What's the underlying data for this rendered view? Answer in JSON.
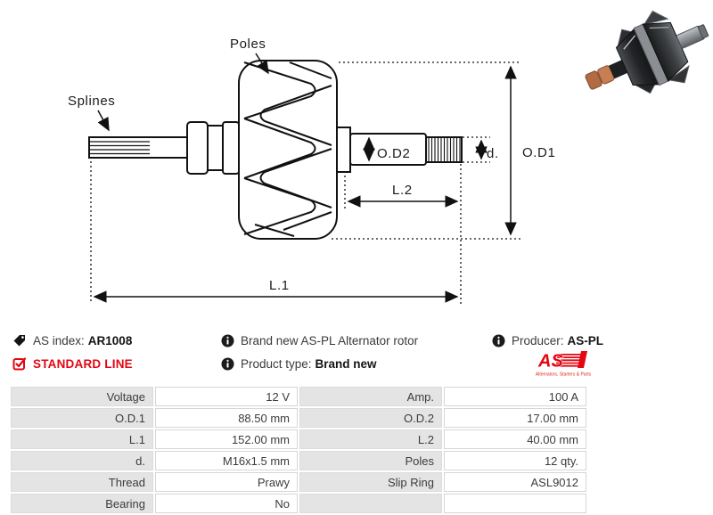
{
  "drawing": {
    "labels": {
      "poles": "Poles",
      "splines": "Splines",
      "od2": "O.D2",
      "d": "d.",
      "od1": "O.D1",
      "l2": "L.2",
      "l1": "L.1"
    }
  },
  "info": {
    "as_index_label": "AS index:",
    "as_index_value": "AR1008",
    "standard_line": "STANDARD LINE",
    "description": "Brand new AS-PL Alternator rotor",
    "product_type_label": "Product type:",
    "product_type_value": "Brand new",
    "producer_label": "Producer:",
    "producer_value": "AS-PL"
  },
  "logo": {
    "text": "AS",
    "caption": "Alternators, Starters & Parts"
  },
  "colors": {
    "accent_red": "#e30613",
    "drawing_line": "#111111",
    "table_label_bg": "#e4e4e4"
  },
  "table": {
    "rows": [
      {
        "l1": "Voltage",
        "v1": "12 V",
        "l2": "Amp.",
        "v2": "100 A"
      },
      {
        "l1": "O.D.1",
        "v1": "88.50 mm",
        "l2": "O.D.2",
        "v2": "17.00 mm"
      },
      {
        "l1": "L.1",
        "v1": "152.00 mm",
        "l2": "L.2",
        "v2": "40.00 mm"
      },
      {
        "l1": "d.",
        "v1": "M16x1.5 mm",
        "l2": "Poles",
        "v2": "12 qty."
      },
      {
        "l1": "Thread",
        "v1": "Prawy",
        "l2": "Slip Ring",
        "v2": "ASL9012"
      },
      {
        "l1": "Bearing",
        "v1": "No",
        "l2": "",
        "v2": ""
      }
    ]
  }
}
